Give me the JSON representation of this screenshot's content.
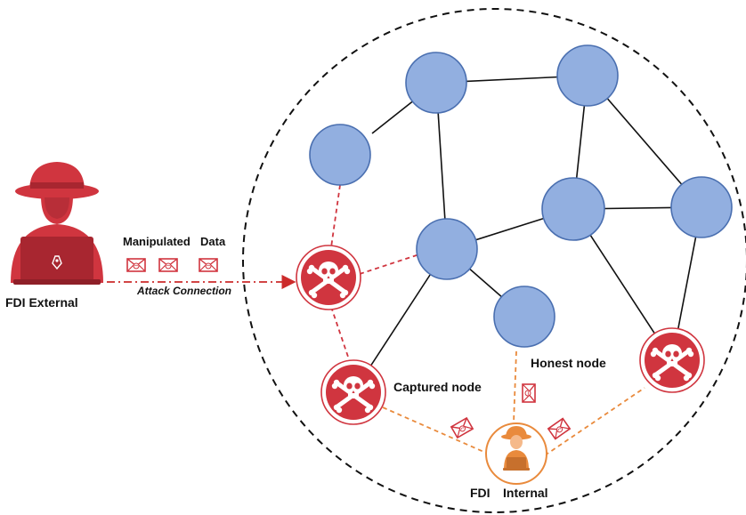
{
  "labels": {
    "fdi_external": "FDI External",
    "manipulated": "Manipulated",
    "data": "Data",
    "attack_connection": "Attack Connection",
    "captured_node": "Captured node",
    "honest_node": "Honest node",
    "fdi_internal_a": "FDI",
    "fdi_internal_b": "Internal"
  },
  "colors": {
    "honest_fill": "#92afe0",
    "honest_stroke": "#4a6fb0",
    "captured": "#d0353f",
    "external_link": "#cc2b2b",
    "internal": "#e98a3c",
    "boundary": "#111111"
  },
  "icons": {
    "external_attacker": "hacker-with-laptop-icon",
    "internal_attacker": "hacker-with-laptop-icon",
    "captured_node": "skull-crossbones-icon",
    "packet": "envelope-icon"
  }
}
